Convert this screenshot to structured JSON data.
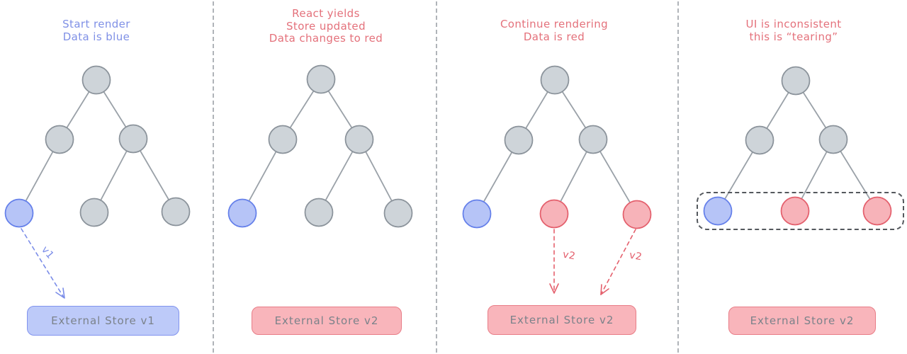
{
  "diagram_subject": "React concurrent rendering tearing with an external store",
  "colors": {
    "node_gray_fill": "#ced4d9",
    "node_gray_stroke": "#8b939b",
    "node_blue_fill": "#b6c4f7",
    "node_blue_stroke": "#6580ea",
    "node_red_fill": "#f7b3b9",
    "node_red_stroke": "#e4606d",
    "edge_stroke": "#9aa1a8",
    "title_blue": "#7f90e6",
    "title_red": "#e4717b",
    "arrow_blue": "#7b8de8",
    "arrow_red": "#e4606d",
    "store_blue_fill": "#bdcaf9",
    "store_blue_border": "#8193ee",
    "store_red_fill": "#f9b5bb",
    "store_red_border": "#e87d87",
    "store_text": "#7b828a",
    "separator": "#b0b4b9",
    "highlight_border": "#54585d"
  },
  "panels": [
    {
      "title": "Start render\nData is blue",
      "accent": "blue",
      "node_states": [
        "gray",
        "gray",
        "gray",
        "blue",
        "gray",
        "gray"
      ],
      "arrows": [
        {
          "label": "v1"
        }
      ],
      "store": {
        "label": "External Store v1",
        "variant": "blue"
      }
    },
    {
      "title": "React yields\nStore updated\nData changes to red",
      "accent": "red",
      "node_states": [
        "gray",
        "gray",
        "gray",
        "blue",
        "gray",
        "gray"
      ],
      "arrows": [],
      "store": {
        "label": "External Store v2",
        "variant": "red"
      }
    },
    {
      "title": "Continue rendering\nData is red",
      "accent": "red",
      "node_states": [
        "gray",
        "gray",
        "gray",
        "blue",
        "red",
        "red"
      ],
      "arrows": [
        {
          "label": "v2"
        },
        {
          "label": "v2"
        }
      ],
      "store": {
        "label": "External Store v2",
        "variant": "red"
      }
    },
    {
      "title": "UI is inconsistent\nthis is “tearing”",
      "accent": "red",
      "node_states": [
        "gray",
        "gray",
        "gray",
        "blue",
        "red",
        "red"
      ],
      "arrows": [],
      "store": {
        "label": "External Store v2",
        "variant": "red"
      },
      "highlighted_row": "leaf nodes (inconsistent blue + red)"
    }
  ]
}
